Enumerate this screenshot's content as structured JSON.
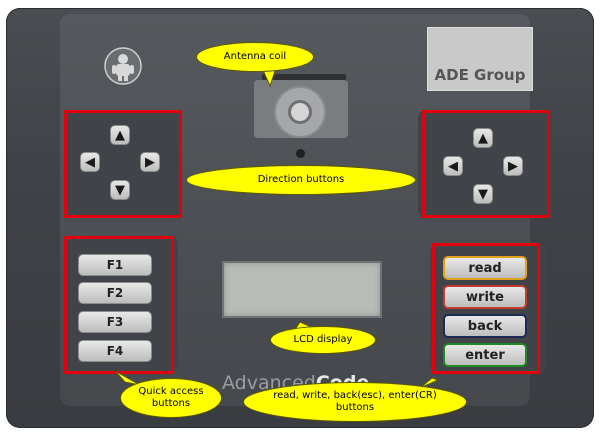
{
  "device": {
    "logo_text": "ADE Group",
    "brand_light": "Advanced",
    "brand_bold": "Code"
  },
  "left_pad": {
    "up": "▲",
    "down": "▼",
    "left": "◀",
    "right": "▶"
  },
  "right_pad": {
    "up": "▲",
    "down": "▼",
    "left": "◀",
    "right": "▶"
  },
  "function_keys": [
    "F1",
    "F2",
    "F3",
    "F4"
  ],
  "action_keys": [
    {
      "label": "read",
      "border": "#e0a21a"
    },
    {
      "label": "write",
      "border": "#c43a2e"
    },
    {
      "label": "back",
      "border": "#1e2a57"
    },
    {
      "label": "enter",
      "border": "#1f8a1f"
    }
  ],
  "callouts": {
    "antenna": "Antenna coil",
    "direction": "Direction buttons",
    "lcd": "LCD display",
    "quick": "Quick access buttons",
    "actions": "read, write, back(esc), enter(CR) buttons"
  },
  "colors": {
    "highlight": "#e3000f",
    "callout": "#ffff00",
    "device": "#44474b"
  }
}
